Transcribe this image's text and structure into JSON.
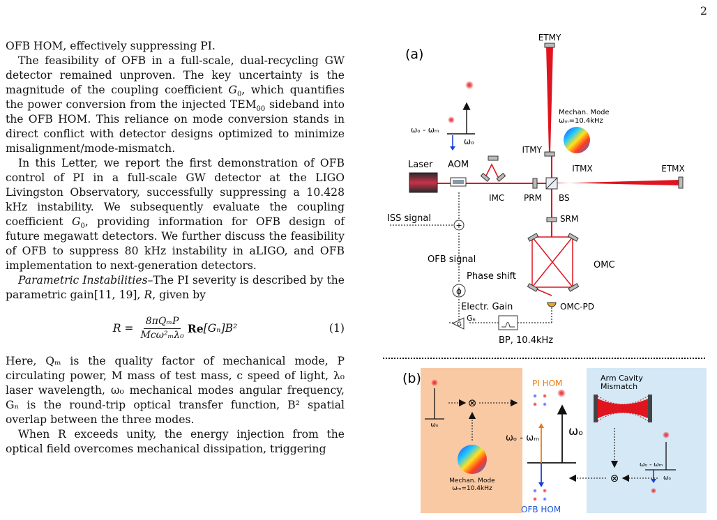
{
  "page": {
    "number": "2"
  },
  "text": {
    "p0": "OFB HOM, effectively suppressing PI.",
    "p1": {
      "a": "The feasibility of OFB in a full-scale, dual-recycling GW detector remained unproven. The key uncertainty is the magnitude of the coupling coefficient ",
      "g0": "G",
      "g0sub": "0",
      "b": ", which quantifies the power conversion from the injected TEM",
      "temsub": "00",
      "c": " sideband into the OFB HOM. This reliance on mode conversion stands in direct conflict with detector designs optimized to minimize misalignment/mode-mismatch."
    },
    "p2": {
      "a": "In this Letter, we report the first demonstration of OFB control of PI in a full-scale GW detector at the LIGO Livingston Observatory, successfully suppressing a 10.428 kHz instability. We subsequently evaluate the coupling coefficient ",
      "g0": "G",
      "g0sub": "0",
      "b": ", providing information for OFB design of future megawatt detectors. We further discuss the feasibility of OFB to suppress 80 kHz instability in aLIGO, and OFB implementation to next-generation detectors."
    },
    "p3": {
      "heading": "Parametric Instabilities–",
      "a": "The PI severity is described by the parametric gain[11, 19], ",
      "r": "R",
      "b": ", given by"
    },
    "eq": {
      "lhs": "R =",
      "num": "8πQₘP",
      "den": "Mcω²ₘλ₀",
      "re": "Re",
      "rest": "[Gₙ]B²",
      "number": "(1)"
    },
    "p4": "Here, Qₘ is the quality factor of mechanical mode, P circulating power, M mass of test mass, c speed of light, λ₀ laser wavelength, ω₀ mechanical modes angular frequency, Gₙ is the round-trip optical transfer function, B² spatial overlap between the three modes.",
    "p5": "When R exceeds unity, the energy injection from the optical field overcomes mechanical dissipation, triggering"
  },
  "figure": {
    "panel_a": {
      "label": "(a)",
      "etmy": "ETMY",
      "etmx": "ETMX",
      "itmy": "ITMY",
      "itmx": "ITMX",
      "laser": "Laser",
      "aom": "AOM",
      "imc": "IMC",
      "prm": "PRM",
      "bs": "BS",
      "srm": "SRM",
      "omc": "OMC",
      "omc_pd": "OMC-PD",
      "iss_signal": "ISS signal",
      "ofb_signal": "OFB signal",
      "phase_shift": "Phase shift",
      "phi_symbol": "ϕ",
      "electr_gain": "Electr. Gain",
      "gain_symbol": "G",
      "gain_label": "Gₑ",
      "bp": "BP, 10.4kHz",
      "mech_mode": "Mechan. Mode",
      "mech_freq": "ωₘ=10.4kHz",
      "omega_o": "ωₒ",
      "omega_diff": "ωₒ - ωₘ"
    },
    "panel_b": {
      "label": "(b)",
      "pi_hom": "PI HOM",
      "ofb_hom": "OFB HOM",
      "arm_cavity": "Arm Cavity",
      "mismatch": "Mismatch",
      "mech_mode": "Mechan. Mode",
      "mech_freq": "ωₘ=10.4kHz",
      "omega_o": "ωₒ",
      "omega_diff": "ωₒ - ωₘ",
      "omega_o_big": "ωₒ",
      "otimes": "⊗"
    },
    "colors": {
      "beam": "#e0141e",
      "panel_left_bg": "#f9c9a4",
      "panel_right_bg": "#d4e8f6",
      "arrow_blue": "#1a3fd6",
      "arrow_orange": "#ee7a12",
      "pi_hom": "#ee7a12",
      "ofb_hom": "#1a56d6"
    }
  }
}
